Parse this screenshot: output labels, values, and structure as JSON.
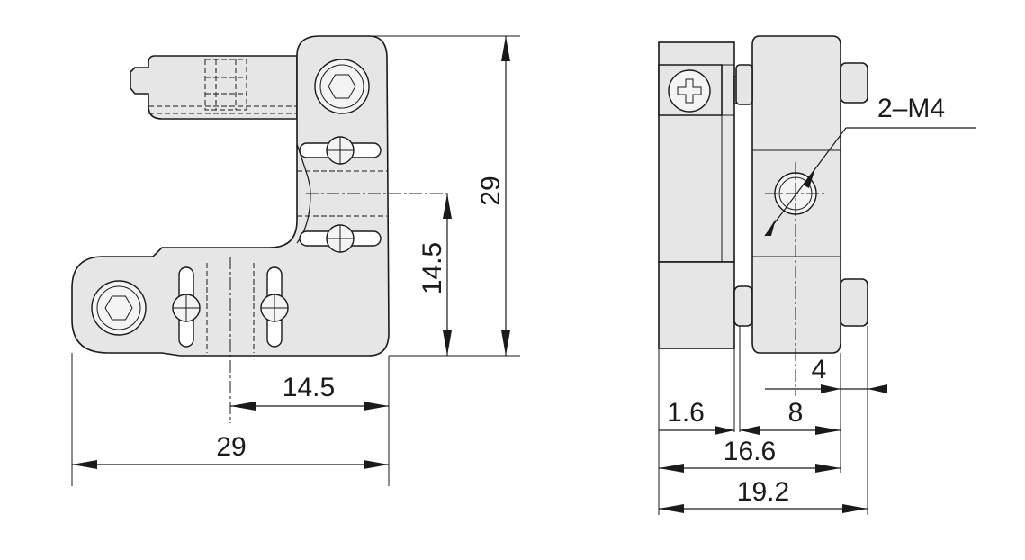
{
  "dimensions": {
    "front_height": "29",
    "front_half_height": "14.5",
    "front_half_width": "14.5",
    "front_width": "29",
    "thread_callout": "2–M4",
    "side_offset": "4",
    "side_thickness": "1.6",
    "side_center": "8",
    "side_body": "16.6",
    "side_total": "19.2"
  },
  "icons": [
    "hex-socket-screw-icon",
    "phillips-screw-icon",
    "threaded-hole-icon"
  ]
}
